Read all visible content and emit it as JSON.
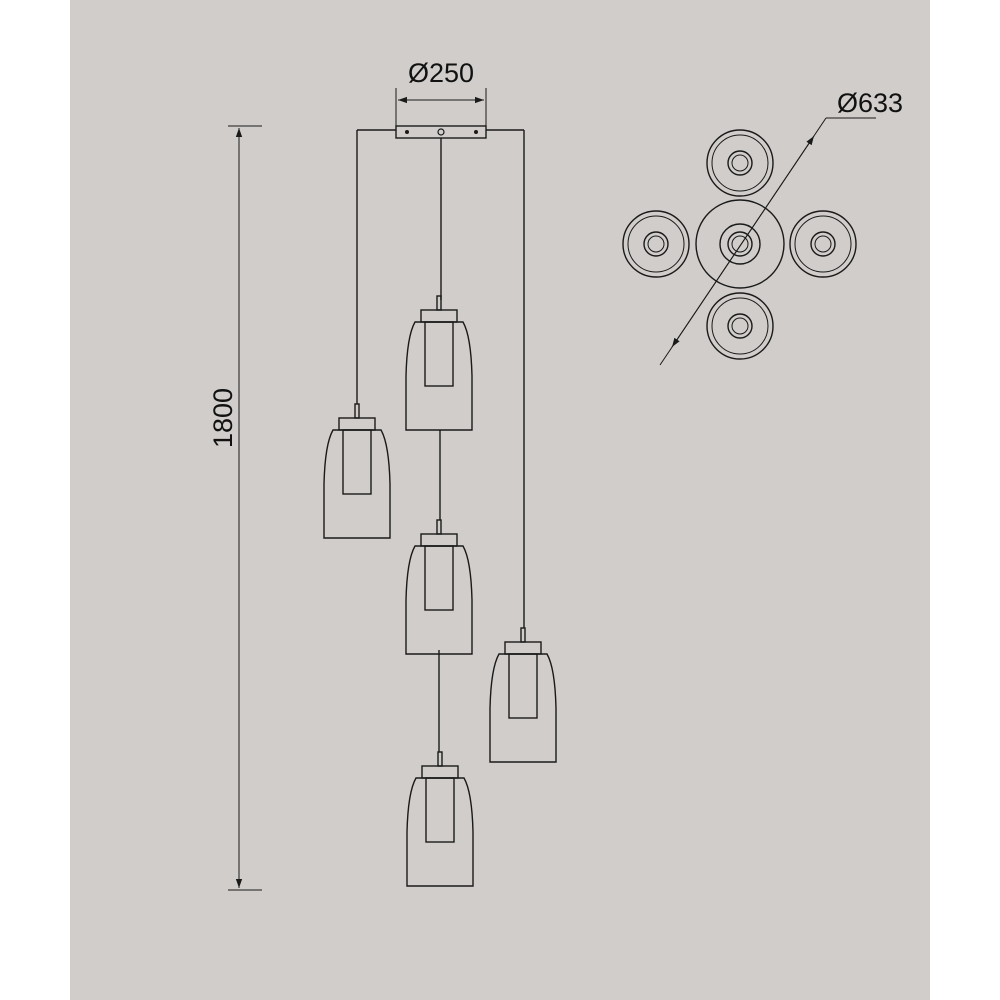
{
  "colors": {
    "background": "#d0cdca",
    "line": "#1a1a1a",
    "margin": "#ffffff"
  },
  "dimensions": {
    "canopy_diameter": "Ø250",
    "height": "1800",
    "spread_diameter": "Ø633"
  },
  "shades": [
    {
      "name": "shade-top",
      "cx": 0,
      "top": 0
    },
    {
      "name": "shade-left",
      "cx": 0,
      "top": 0
    },
    {
      "name": "shade-middle",
      "cx": 0,
      "top": 0
    },
    {
      "name": "shade-right",
      "cx": 0,
      "top": 0
    },
    {
      "name": "shade-bottom",
      "cx": 0,
      "top": 0
    }
  ]
}
